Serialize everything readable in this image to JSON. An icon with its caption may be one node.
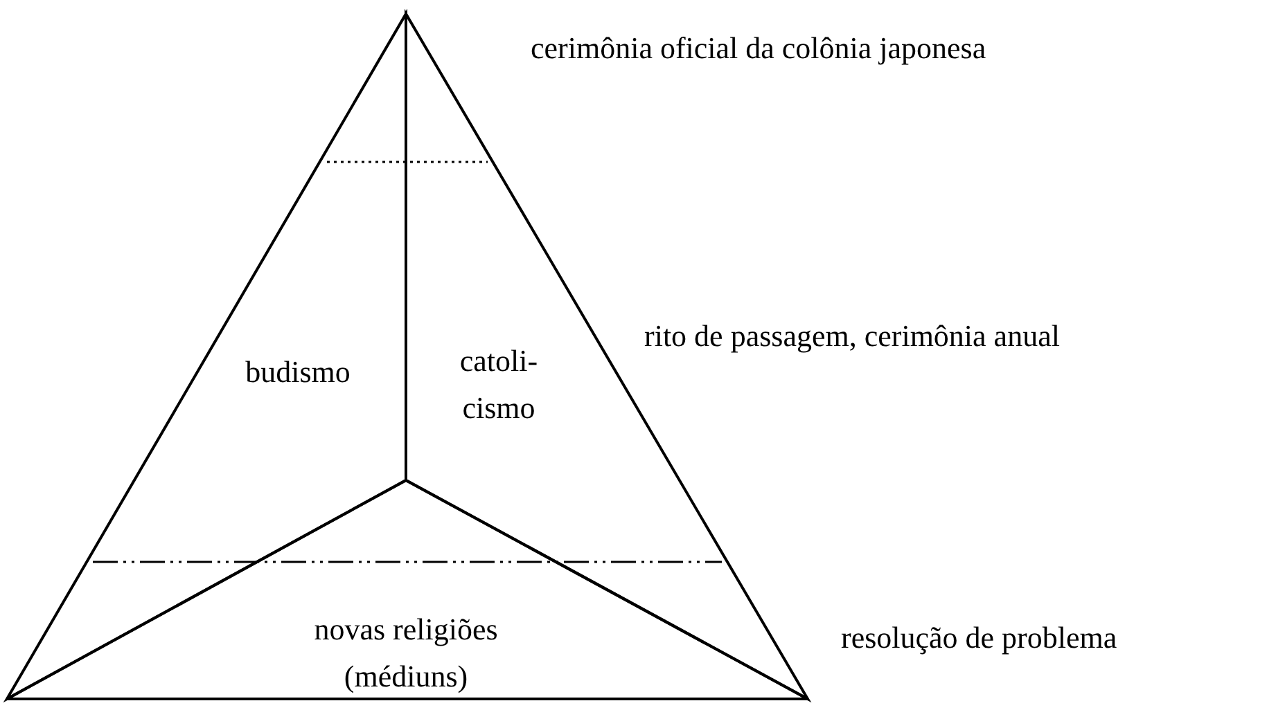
{
  "diagram": {
    "nodes": [
      {
        "text": [
          "budismo"
        ]
      },
      {
        "text": [
          "catoli- cismo"
        ]
      },
      {
        "text": [
          "novas religiões (médiuns)"
        ]
      }
    ],
    "labels": [
      "cerimônia oficial da colônia japonesa",
      "rito de passagem, cerimônia anual",
      "resolução de problema"
    ]
  }
}
